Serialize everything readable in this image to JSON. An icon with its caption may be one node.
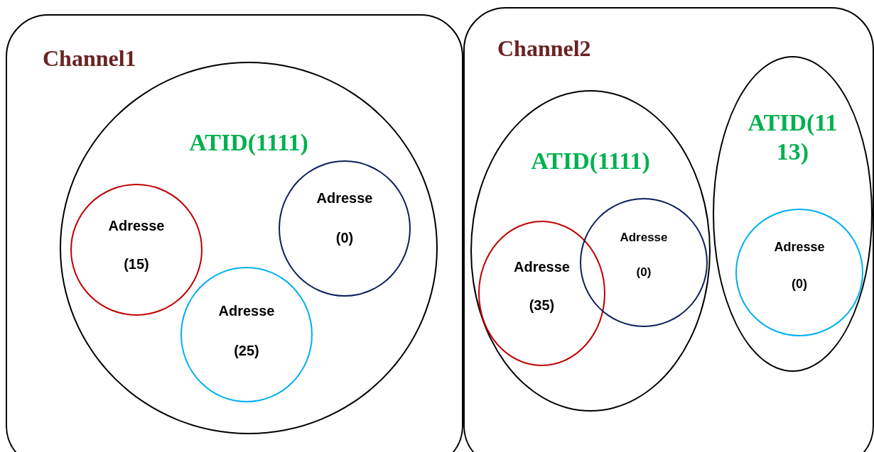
{
  "diagram": {
    "nodes": [
      {
        "text": [
          "Channel1"
        ]
      },
      {
        "text": [
          "ATID(1111)"
        ],
        "in": 0
      },
      {
        "text": [
          "Adresse",
          "(15)"
        ],
        "in": 1
      },
      {
        "text": [
          "Adresse",
          "(0)"
        ],
        "in": 1
      },
      {
        "text": [
          "Adresse",
          "(25)"
        ],
        "in": 1
      },
      {
        "text": [
          "Channel2"
        ]
      },
      {
        "text": [
          "ATID(1111)"
        ],
        "in": 5
      },
      {
        "text": [
          "Adresse",
          "(35)"
        ],
        "in": 6
      },
      {
        "text": [
          "Adresse",
          "(0)"
        ],
        "in": 6
      },
      {
        "text": [
          "ATID(1113)"
        ],
        "in": 5
      },
      {
        "text": [
          "Adresse",
          "(0)"
        ],
        "in": 9
      }
    ]
  }
}
